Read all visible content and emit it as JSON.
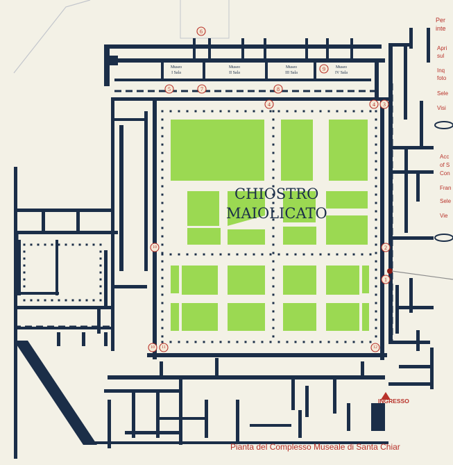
{
  "map": {
    "title": "Pianta del Complesso Museale di Santa Chiar",
    "cloister_label": [
      "CHIOSTRO",
      "MAIOLICATO"
    ],
    "entrance_label": "INGRESSO",
    "rooms": [
      {
        "line1": "Museo",
        "line2": "I Sala"
      },
      {
        "line1": "Museo",
        "line2": "II Sala"
      },
      {
        "line1": "Museo",
        "line2": "III Sala"
      },
      {
        "line1": "Museo",
        "line2": "IV Sala"
      }
    ],
    "markers": [
      "6",
      "5",
      "7",
      "8",
      "4",
      "4",
      "3",
      "9",
      "10",
      "2",
      "1",
      "10",
      "11",
      "12"
    ],
    "legend_fragments": [
      "Per",
      "inte",
      "Apri",
      "sul",
      "Inq",
      "foto",
      "Sele",
      "Visi",
      "Acc",
      "of S",
      "Con",
      "Fran",
      "Sele",
      "Vie"
    ],
    "colors": {
      "walls": "#1b2e48",
      "lawn": "#9bd952",
      "accent": "#b8322a",
      "paper": "#f3f1e6"
    }
  }
}
